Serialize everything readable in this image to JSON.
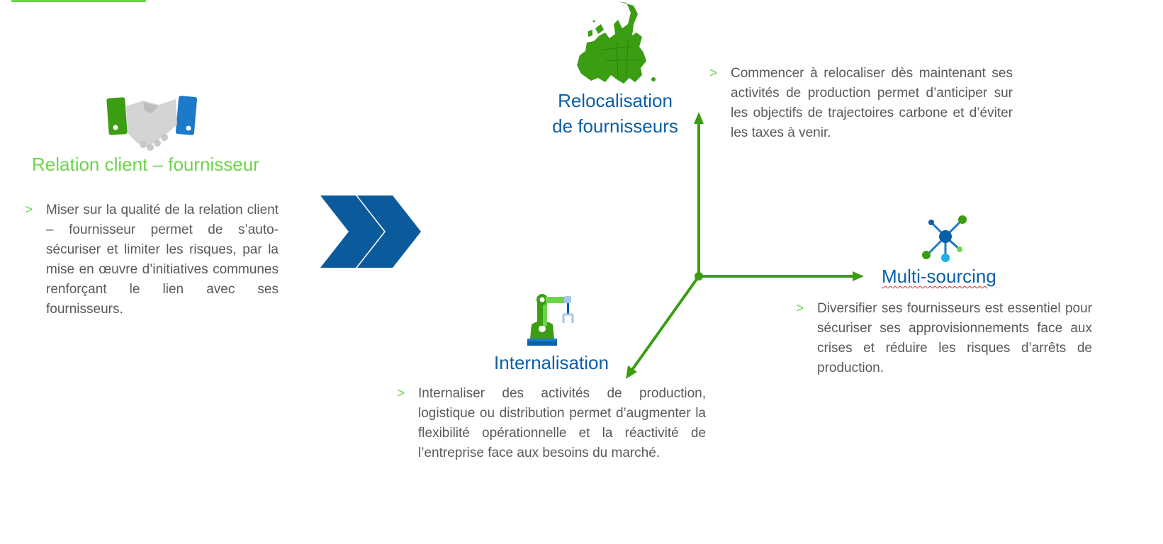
{
  "colors": {
    "accent_green": "#6cd44a",
    "dark_green": "#3b9d12",
    "blue": "#0b5ea8",
    "chevron_blue": "#0a5a9c",
    "text_gray": "#595959"
  },
  "relation": {
    "icon": "handshake-icon",
    "title": "Relation client – fournisseur",
    "bullet": "Miser sur la qualité de la relation client – fournisseur permet de s’auto-sécuriser et limiter les risques, par la mise en œuvre d’initiatives communes renforçant le lien avec ses fournisseurs."
  },
  "transition_icon": "double-chevron-right-icon",
  "relocalisation": {
    "icon": "europe-map-icon",
    "title_line1": "Relocalisation",
    "title_line2": "de fournisseurs",
    "bullet": "Commencer à relocaliser dès maintenant ses activités de production permet d’anticiper sur les objectifs de trajectoires carbone et d’éviter les taxes à venir."
  },
  "multisourcing": {
    "icon": "network-icon",
    "title": "Multi-sourcing",
    "bullet": "Diversifier ses fournisseurs est essentiel pour sécuriser ses approvisionnements face aux crises et réduire les risques d’arrêts de production."
  },
  "internalisation": {
    "icon": "robot-arm-icon",
    "title": "Internalisation",
    "bullet": "Internaliser des activités de production, logistique ou distribution permet d’augmenter la flexibilité opérationnelle et la réactivité de l’entreprise face aux besoins du marché."
  },
  "bullet_marker": ">"
}
